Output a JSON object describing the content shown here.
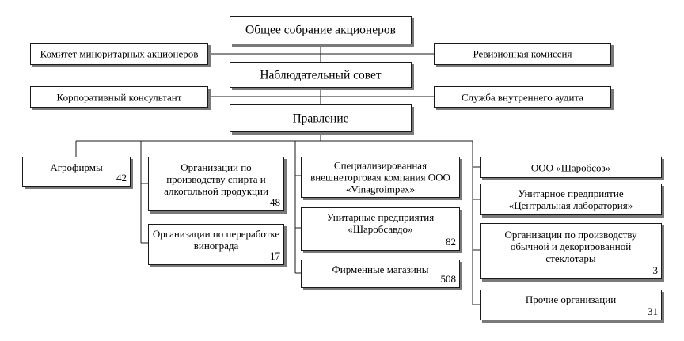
{
  "top": {
    "general_meeting": "Общее собрание акционеров",
    "minority_committee": "Комитет миноритарных акционеров",
    "audit_commission": "Ревизионная комиссия",
    "supervisory_board": "Наблюдательный совет",
    "corporate_consultant": "Корпоративный консультант",
    "internal_audit": "Служба внутреннего аудита",
    "board": "Правление"
  },
  "col1": {
    "agrofirms": {
      "label": "Агрофирмы",
      "count": "42"
    }
  },
  "col2": {
    "spirits": {
      "label": "Организации по производству спирта и алкогольной продукции",
      "count": "48"
    },
    "grapes": {
      "label": "Организации по переработке винограда",
      "count": "17"
    }
  },
  "col3": {
    "vinagroimpex": {
      "label": "Специализированная внешнеторговая компания ООО «Vinagroimpex»"
    },
    "sharobsavdo": {
      "label": "Унитарные предприятия «Шаробсавдо»",
      "count": "82"
    },
    "shops": {
      "label": "Фирменные магазины",
      "count": "508"
    }
  },
  "col4": {
    "sharobsoz": {
      "label": "ООО «Шаробсоз»"
    },
    "central_lab": {
      "label": "Унитарное предприятие «Центральная лаборатория»"
    },
    "glassware": {
      "label": "Организации по производству обычной и декорированной стеклотары",
      "count": "3"
    },
    "others": {
      "label": "Прочие организации",
      "count": "31"
    }
  }
}
